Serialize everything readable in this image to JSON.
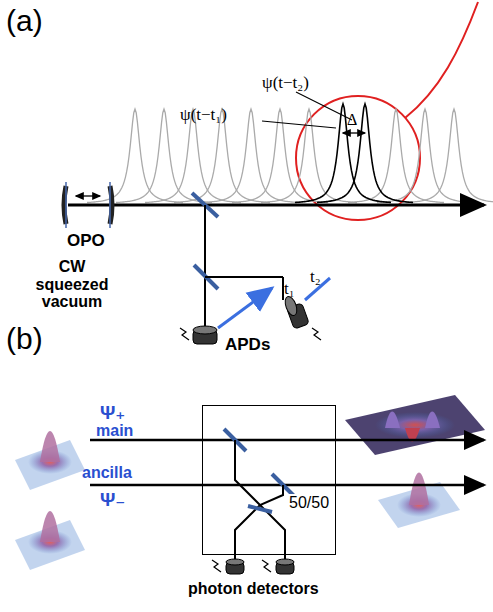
{
  "diagram": {
    "nodes": [
      {
        "text": [
          "50/50"
        ]
      }
    ],
    "labels": [
      "(a)",
      "ψ(t−t₂)",
      "Δ",
      "ψ(t−t₁)",
      "OPO",
      "CW squeezed vacuum",
      "t₁",
      "t₂",
      "APDs",
      "(b)",
      "Ψ₊",
      "main",
      "ancilla",
      "Ψ₋",
      "photon detectors"
    ]
  }
}
